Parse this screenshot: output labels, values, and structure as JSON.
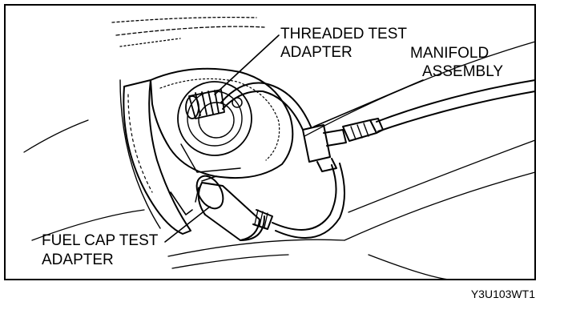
{
  "callouts": {
    "threaded_test_adapter": [
      "THREADED TEST",
      "ADAPTER"
    ],
    "manifold_assembly": [
      "MANIFOLD",
      "ASSEMBLY"
    ],
    "fuel_cap_test_adapter": [
      "FUEL CAP TEST",
      "ADAPTER"
    ]
  },
  "figure_code": "Y3U103WT1",
  "colors": {
    "ink": "#000000",
    "background": "#ffffff"
  }
}
